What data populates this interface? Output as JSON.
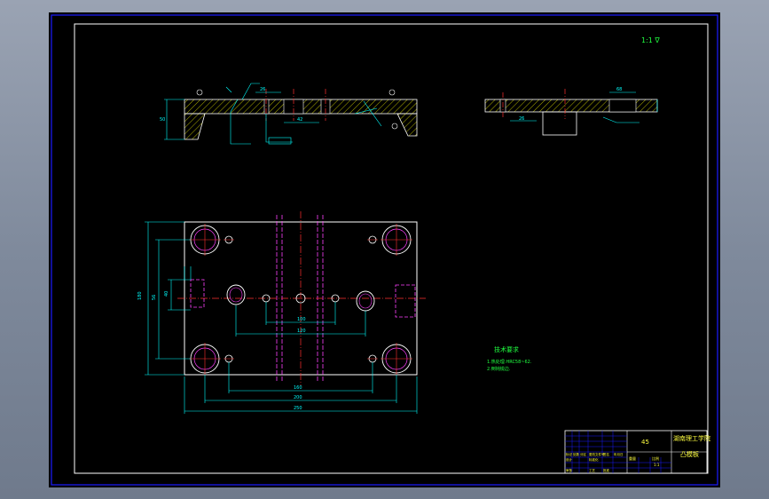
{
  "drawing": {
    "scale_note": "1:1 ∇",
    "title_block": {
      "material": "45",
      "school": "湖南理工学院",
      "part_name": "凸模板",
      "scale": "1:1",
      "weight_label": "重量",
      "scale_label": "比例",
      "row_labels": [
        "标记",
        "处数",
        "分区",
        "更改文件号",
        "签名",
        "年月日"
      ],
      "row2_labels": [
        "设计",
        "标准化"
      ],
      "row3_labels": [
        "审核",
        "工艺",
        "批准"
      ]
    },
    "tech_req": {
      "heading": "技术要求",
      "lines": [
        "1.热处理:HRC58~62.",
        "2.倒钝锐边."
      ]
    },
    "dimensions": {
      "top_view": [
        "250",
        "200",
        "160",
        "180",
        "120",
        "100",
        "56",
        "40"
      ],
      "front_view": [
        "50",
        "42",
        "26"
      ],
      "side_view": [
        "68",
        "26"
      ]
    }
  },
  "colors": {
    "background": "#000000",
    "frame": "#1a1aff",
    "outline": "#ffffff",
    "dimension": "#00ffff",
    "centerline": "#ff3030",
    "hidden": "#ff40ff",
    "hatch": "#e0e000",
    "text_green": "#20ff40",
    "text_yellow": "#ffff40"
  }
}
